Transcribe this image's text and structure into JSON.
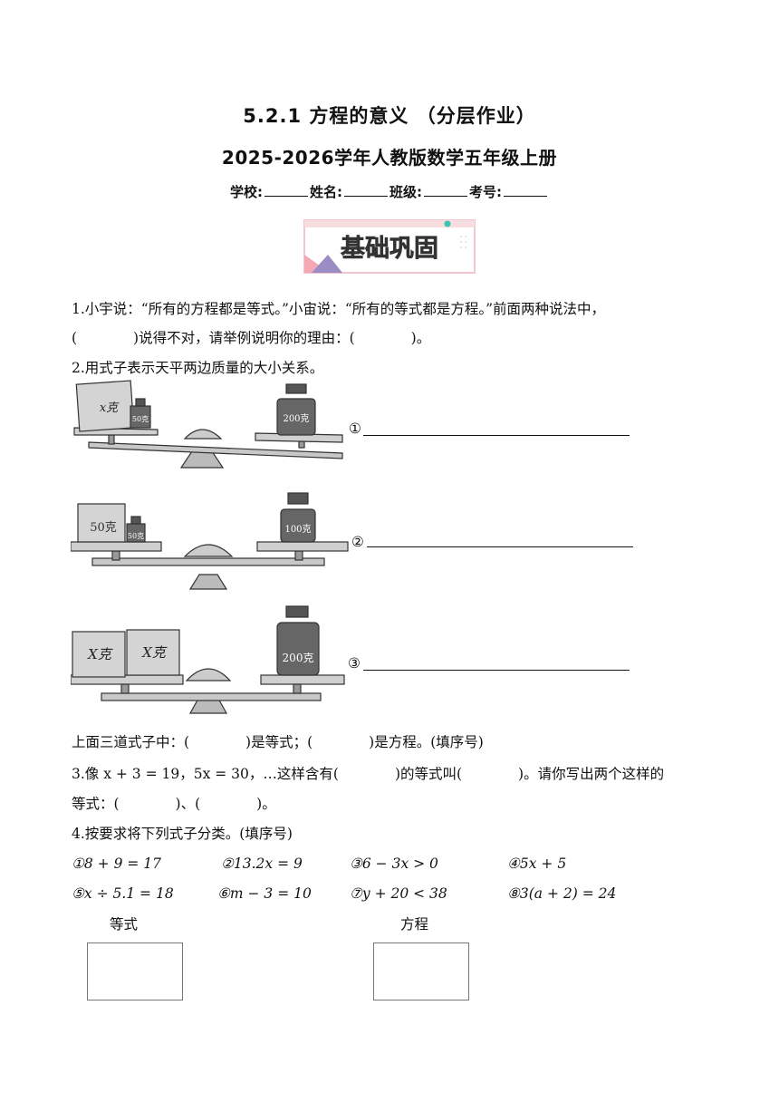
{
  "header": {
    "title": "5.2.1 方程的意义 （分层作业）",
    "subtitle": "2025-2026学年人教版数学五年级上册",
    "school_label": "学校:",
    "name_label": "姓名:",
    "class_label": "班级:",
    "number_label": "考号:"
  },
  "banner": {
    "text": "基础巩固"
  },
  "q1": {
    "line1": "1.小宇说：“所有的方程都是等式。”小宙说：“所有的等式都是方程。”前面两种说法中，",
    "line2": "(　　　　)说得不对，请举例说明你的理由：(　　　　)。"
  },
  "q2": {
    "prompt": "2.用式子表示天平两边质量的大小关系。",
    "scales": [
      {
        "num": "①",
        "left": [
          "x克",
          "50克"
        ],
        "right": "200克"
      },
      {
        "num": "②",
        "left": [
          "50克",
          "50克"
        ],
        "right": "100克"
      },
      {
        "num": "③",
        "left": [
          "X克",
          "X克"
        ],
        "right": "200克"
      }
    ],
    "followup": "上面三道式子中：(　　　　)是等式；(　　　　)是方程。(填序号)"
  },
  "q3": {
    "line1": "3.像 x + 3 = 19，5x = 30，…这样含有(　　　　)的等式叫(　　　　)。请你写出两个这样的",
    "line2": "等式：(　　　　)、(　　　　)。"
  },
  "q4": {
    "prompt": "4.按要求将下列式子分类。(填序号)",
    "items": [
      "①8 + 9 = 17",
      "②13.2x = 9",
      "③6 − 3x > 0",
      "④5x + 5",
      "⑤x ÷ 5.1 = 18",
      "⑥m − 3 = 10",
      "⑦y + 20 < 38",
      "⑧3(a + 2) = 24"
    ],
    "box_labels": [
      "等式",
      "方程"
    ]
  }
}
